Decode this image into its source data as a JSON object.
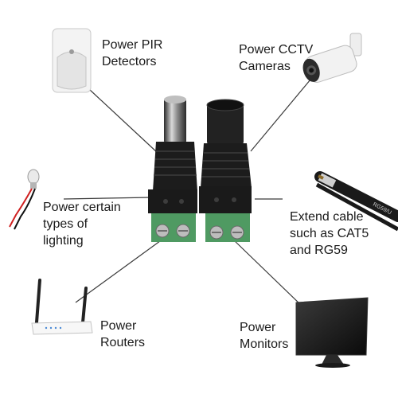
{
  "labels": {
    "pir": [
      "Power PIR",
      "Detectors"
    ],
    "cctv": [
      "Power CCTV",
      "Cameras"
    ],
    "lighting": [
      "Power certain",
      "types of",
      "lighting"
    ],
    "cable": [
      "Extend cable",
      "such as CAT5",
      "and RG59"
    ],
    "routers": [
      "Power",
      "Routers"
    ],
    "monitors": [
      "Power",
      "Monitors"
    ]
  },
  "cable_print": "RG59/U",
  "colors": {
    "text": "#1a1a1a",
    "connector_body": "#1c1c1c",
    "terminal_block": "#4f9a62",
    "leader_line": "#3a3a3a"
  }
}
